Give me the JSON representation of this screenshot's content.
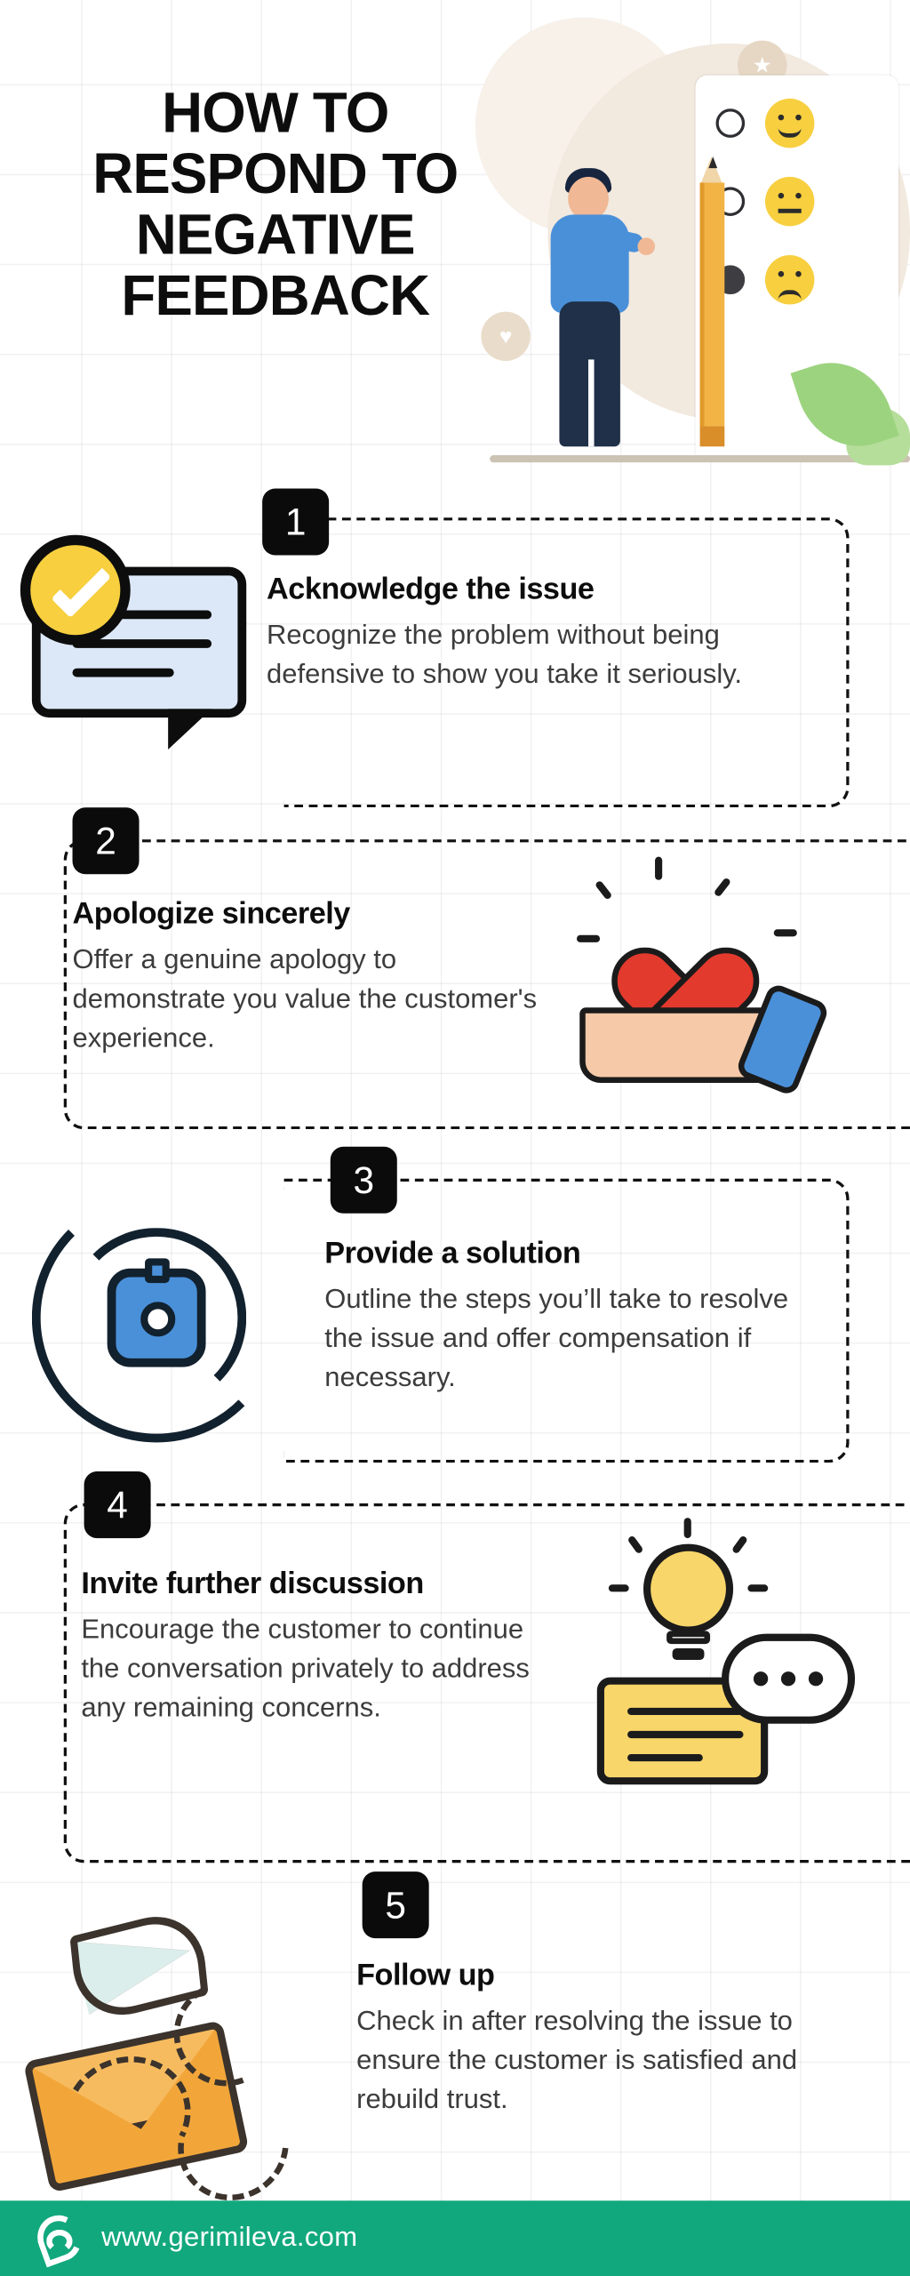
{
  "header": {
    "title": "HOW TO RESPOND TO NEGATIVE FEEDBACK",
    "illustration": {
      "name": "person-with-pencil-and-feedback-card",
      "feedback_options": [
        {
          "icon": "happy-face-icon",
          "selected": false
        },
        {
          "icon": "neutral-face-icon",
          "selected": false
        },
        {
          "icon": "sad-face-icon",
          "selected": true
        }
      ]
    }
  },
  "steps": [
    {
      "number": "1",
      "title": "Acknowledge the issue",
      "description": "Recognize the problem without being defensive to show you take it seriously.",
      "icon": "speech-bubble-check-icon"
    },
    {
      "number": "2",
      "title": "Apologize sincerely",
      "description": "Offer a genuine apology to demonstrate you value the customer's experience.",
      "icon": "heart-in-hand-icon"
    },
    {
      "number": "3",
      "title": "Provide a solution",
      "description": "Outline the steps you’ll take to resolve the issue and offer compensation if necessary.",
      "icon": "gear-process-icon"
    },
    {
      "number": "4",
      "title": "Invite further discussion",
      "description": "Encourage the customer to continue the conversation privately to address any remaining concerns.",
      "icon": "lightbulb-chat-icon"
    },
    {
      "number": "5",
      "title": "Follow up",
      "description": "Check in after resolving the issue to ensure the customer is satisfied and rebuild trust.",
      "icon": "paper-plane-envelope-icon"
    }
  ],
  "footer": {
    "url": "www.gerimileva.com",
    "logo": "gm-monogram-logo",
    "background_color": "#12a87d"
  },
  "colors": {
    "accent_green": "#12a87d",
    "accent_yellow": "#f7cf3f",
    "accent_blue": "#4a90d9",
    "accent_red": "#e33a2e",
    "accent_orange": "#f2a63a",
    "text_dark": "#0d0d0d",
    "text_body": "#3c3c3c",
    "bubble_blue": "#dce8f8",
    "blob_beige": "#f2e9df"
  }
}
